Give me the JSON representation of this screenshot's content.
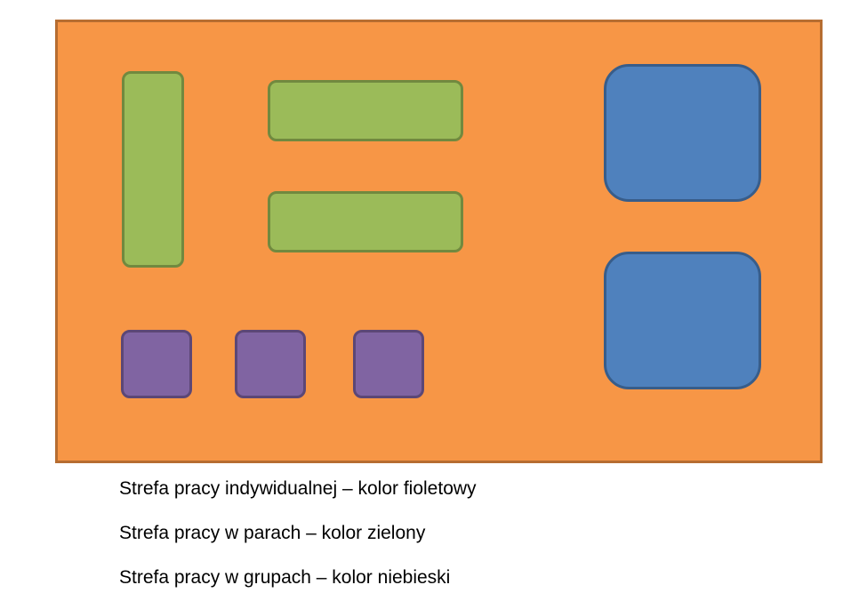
{
  "colors": {
    "room": "#f79646",
    "room_border": "#b66d31",
    "pairs": "#9bbb59",
    "individual": "#8064a2",
    "groups": "#4f81bd"
  },
  "legend": {
    "individual": "Strefa pracy indywidualnej – kolor fioletowy",
    "pairs": "Strefa pracy w parach – kolor zielony",
    "groups": "Strefa pracy w grupach – kolor niebieski"
  }
}
